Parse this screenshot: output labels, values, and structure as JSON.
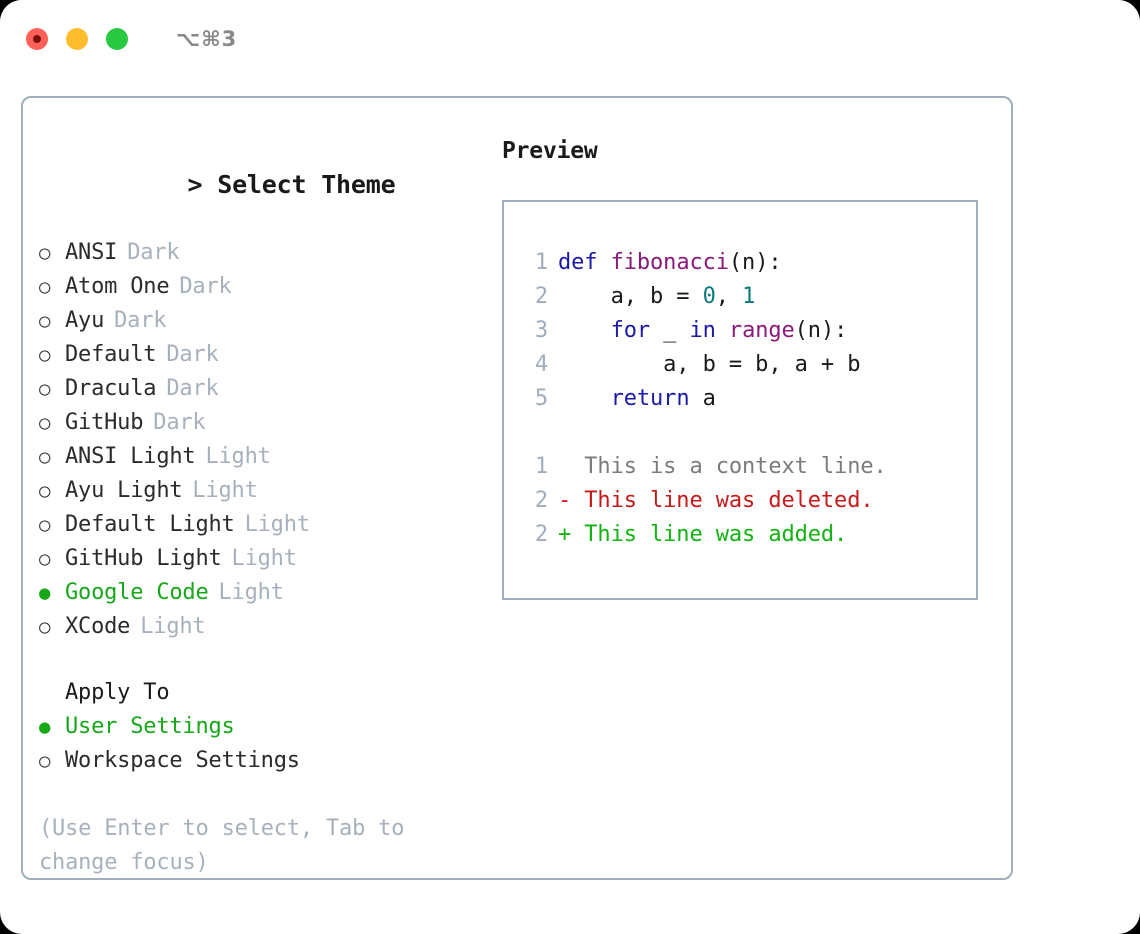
{
  "window": {
    "traffic_lights": [
      "close",
      "minimize",
      "maximize"
    ],
    "shortcut_label": "⌥⌘3"
  },
  "theme_panel": {
    "heading": "> Select Theme",
    "heading_caret": ">",
    "heading_text": "Select Theme",
    "bullet_unselected": "○",
    "bullet_selected": "●",
    "options": [
      {
        "name": "ANSI",
        "tag": "Dark",
        "selected": false
      },
      {
        "name": "Atom One",
        "tag": "Dark",
        "selected": false
      },
      {
        "name": "Ayu",
        "tag": "Dark",
        "selected": false
      },
      {
        "name": "Default",
        "tag": "Dark",
        "selected": false
      },
      {
        "name": "Dracula",
        "tag": "Dark",
        "selected": false
      },
      {
        "name": "GitHub",
        "tag": "Dark",
        "selected": false
      },
      {
        "name": "ANSI Light",
        "tag": "Light",
        "selected": false
      },
      {
        "name": "Ayu Light",
        "tag": "Light",
        "selected": false
      },
      {
        "name": "Default Light",
        "tag": "Light",
        "selected": false
      },
      {
        "name": "GitHub Light",
        "tag": "Light",
        "selected": false
      },
      {
        "name": "Google Code",
        "tag": "Light",
        "selected": true
      },
      {
        "name": "XCode",
        "tag": "Light",
        "selected": false
      }
    ]
  },
  "apply_to": {
    "heading": "Apply To",
    "options": [
      {
        "name": "User Settings",
        "selected": true
      },
      {
        "name": "Workspace Settings",
        "selected": false
      }
    ]
  },
  "hint": "(Use Enter to select, Tab to change focus)",
  "preview": {
    "heading": "Preview",
    "code_lines": [
      {
        "num": "1",
        "tokens": [
          {
            "t": "def ",
            "k": "tok-kw"
          },
          {
            "t": "fibonacci",
            "k": "tok-fn"
          },
          {
            "t": "(n):",
            "k": "tok-plain"
          }
        ]
      },
      {
        "num": "2",
        "tokens": [
          {
            "t": "    a, b = ",
            "k": "tok-plain"
          },
          {
            "t": "0",
            "k": "tok-num"
          },
          {
            "t": ", ",
            "k": "tok-plain"
          },
          {
            "t": "1",
            "k": "tok-num"
          }
        ]
      },
      {
        "num": "3",
        "tokens": [
          {
            "t": "    ",
            "k": "tok-plain"
          },
          {
            "t": "for",
            "k": "tok-kw"
          },
          {
            "t": " _ ",
            "k": "tok-plain"
          },
          {
            "t": "in",
            "k": "tok-kw"
          },
          {
            "t": " ",
            "k": "tok-plain"
          },
          {
            "t": "range",
            "k": "tok-fn"
          },
          {
            "t": "(n):",
            "k": "tok-plain"
          }
        ]
      },
      {
        "num": "4",
        "tokens": [
          {
            "t": "        a, b = b, a + b",
            "k": "tok-plain"
          }
        ]
      },
      {
        "num": "5",
        "tokens": [
          {
            "t": "    ",
            "k": "tok-plain"
          },
          {
            "t": "return",
            "k": "tok-kw"
          },
          {
            "t": " a",
            "k": "tok-plain"
          }
        ]
      }
    ],
    "diff_lines": [
      {
        "num": "1",
        "marker": " ",
        "text": "  This is a context line.",
        "kind": "diff-context"
      },
      {
        "num": "2",
        "marker": "-",
        "text": "- This line was deleted.",
        "kind": "diff-del"
      },
      {
        "num": "2",
        "marker": "+",
        "text": "+ This line was added.",
        "kind": "diff-add"
      }
    ]
  },
  "colors": {
    "accent_green": "#17a81a",
    "muted": "#a7b1bd",
    "border": "#9fadbd",
    "keyword": "#1a1aa6",
    "function": "#8a1a7a",
    "number": "#0b7a7a",
    "diff_delete": "#c41a1a",
    "diff_add": "#12b312",
    "traffic_close": "#ff6159",
    "traffic_min": "#ffbd2e",
    "traffic_max": "#28c840"
  }
}
